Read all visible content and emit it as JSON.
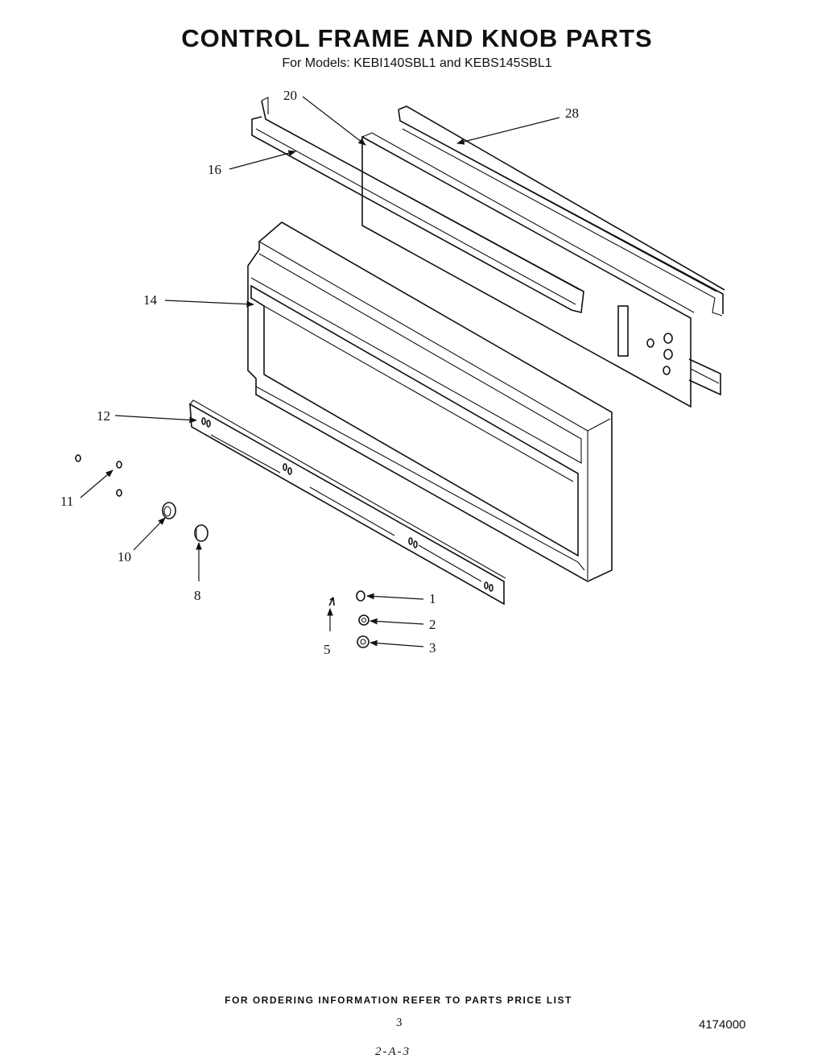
{
  "title": "CONTROL FRAME AND KNOB PARTS",
  "subtitle": "For Models: KEBI140SBL1 and KEBS145SBL1",
  "callouts": {
    "c20": "20",
    "c28": "28",
    "c16": "16",
    "c14": "14",
    "c12": "12",
    "c11": "11",
    "c10": "10",
    "c8": "8",
    "c1": "1",
    "c2": "2",
    "c3": "3",
    "c5": "5"
  },
  "footer": "FOR ORDERING INFORMATION REFER TO PARTS PRICE LIST",
  "page_number": "3",
  "doc_number": "4174000",
  "handwritten_note": "2-A-3"
}
